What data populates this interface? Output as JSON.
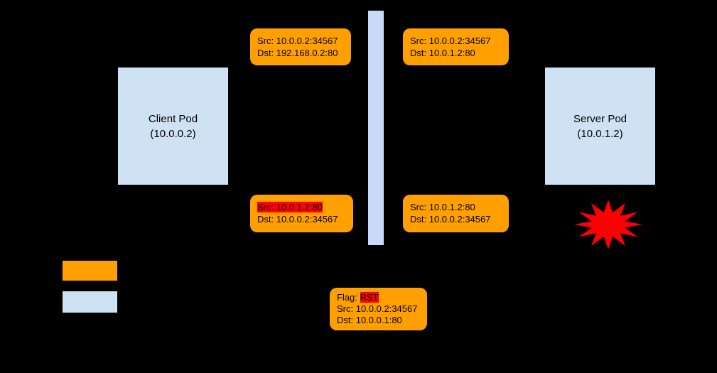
{
  "diagram": {
    "background_color": "#000000",
    "colors": {
      "pod_fill": "#cfe2f3",
      "gateway_fill": "#c9daf8",
      "packet_fill": "#ffa000",
      "highlight_fill": "#ff0000",
      "burst_fill": "#ff0000",
      "text_color": "#000000"
    },
    "client_pod": {
      "name": "Client Pod",
      "ip": "(10.0.0.2)"
    },
    "server_pod": {
      "name": "Server Pod",
      "ip": "(10.0.1.2)"
    },
    "packets": {
      "client_egress": {
        "src": "Src: 10.0.0.2:34567",
        "dst": "Dst: 192.168.0.2:80"
      },
      "post_dnat": {
        "src": "Src: 10.0.0.2:34567",
        "dst": "Dst: 10.0.1.2:80"
      },
      "reply_unreversed": {
        "src": "Src: 10.0.1.2:80",
        "dst": "Dst: 10.0.0.2:34567"
      },
      "reply_from_server": {
        "src": "Src: 10.0.1.2:80",
        "dst": "Dst: 10.0.0.2:34567"
      },
      "rst_packet": {
        "flag_label": "Flag: ",
        "flag_value": "RST",
        "src": "Src: 10.0.0.2:34567",
        "dst": "Dst: 10.0.0.1:80"
      }
    },
    "legend": {
      "packet_swatch_color": "#ffa000",
      "node_swatch_color": "#cfe2f3"
    }
  }
}
